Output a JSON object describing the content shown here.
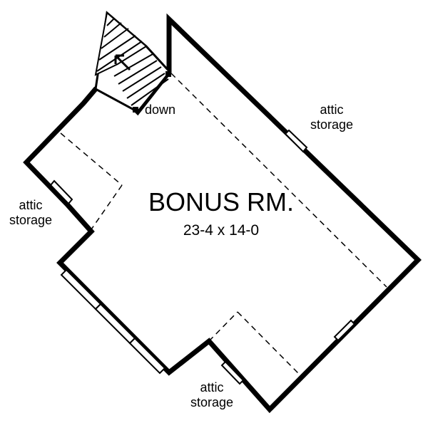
{
  "room": {
    "name": "BONUS RM.",
    "dimensions": "23-4 x 14-0"
  },
  "labels": {
    "down": "down",
    "attic_top_right": [
      "attic",
      "storage"
    ],
    "attic_left": [
      "attic",
      "storage"
    ],
    "attic_bottom": [
      "attic",
      "storage"
    ]
  }
}
